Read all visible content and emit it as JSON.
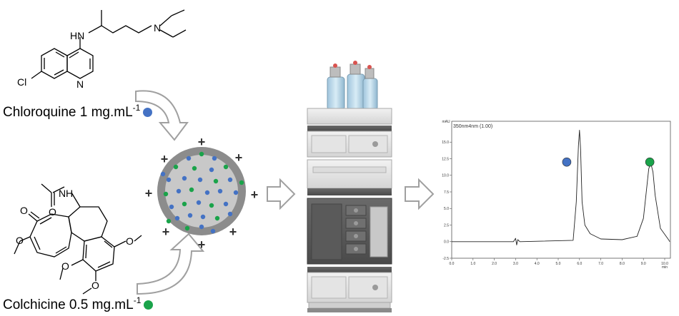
{
  "compounds": {
    "chloroquine": {
      "name": "Chloroquine 1 mg.mL",
      "superscript": "-1",
      "atoms": {
        "hn": "HN",
        "n_amine": "N",
        "n_ring": "N",
        "cl": "Cl"
      },
      "marker_color": "#4472c4"
    },
    "colchicine": {
      "name": "Colchicine 0.5 mg.mL",
      "superscript": "-1",
      "atoms": {
        "nh": "N",
        "h": "H",
        "o_ketone": "O",
        "o_amide": "O",
        "o1": "O",
        "o2": "O",
        "o3": "O",
        "o4": "O"
      },
      "marker_color": "#1aa34a"
    }
  },
  "nanoparticle": {
    "charge_symbol": "+",
    "shell_color": "#8c8c8c",
    "core_color": "#c8c8c8"
  },
  "chart_data": {
    "type": "line",
    "title": "350nm4nm (1.00)",
    "xlim": [
      0.0,
      10.0
    ],
    "ylim": [
      -2.5,
      17.5
    ],
    "x_ticks": [
      0.0,
      1.0,
      2.0,
      3.0,
      4.0,
      5.0,
      6.0,
      7.0,
      8.0,
      9.0,
      10.0
    ],
    "x_tick_labels": [
      "0.0",
      "1.0",
      "2.0",
      "3.0",
      "4.0",
      "5.0",
      "6.0",
      "7.0",
      "8.0",
      "9.0",
      "10.0"
    ],
    "y_ticks": [
      -2.5,
      0.0,
      2.5,
      5.0,
      7.5,
      10.0,
      12.5,
      15.0
    ],
    "y_tick_labels": [
      "-2.5",
      "0.0",
      "2.5",
      "5.0",
      "7.5",
      "10.0",
      "12.5",
      "15.0"
    ],
    "y_unit_label": "mAU",
    "x_unit_label": "min",
    "series": [
      {
        "x": [
          0.0,
          2.9,
          3.0,
          3.05,
          3.1,
          3.2,
          5.7,
          5.85,
          5.95,
          6.0,
          6.05,
          6.12,
          6.25,
          6.5,
          7.0,
          8.0,
          8.7,
          9.0,
          9.15,
          9.25,
          9.35,
          9.45,
          9.55,
          9.8,
          10.2,
          10.5
        ],
        "y": [
          0.0,
          0.0,
          0.5,
          -0.5,
          0.3,
          0.0,
          0.2,
          6.0,
          14.5,
          16.8,
          14.0,
          6.0,
          2.5,
          1.2,
          0.4,
          0.3,
          0.8,
          3.5,
          8.0,
          11.0,
          11.8,
          10.5,
          7.0,
          2.0,
          0.2,
          0.0
        ]
      }
    ],
    "peak_markers": [
      {
        "x": 5.4,
        "y": 12.0,
        "color": "#4472c4"
      },
      {
        "x": 9.3,
        "y": 12.0,
        "color": "#1aa34a"
      }
    ]
  }
}
